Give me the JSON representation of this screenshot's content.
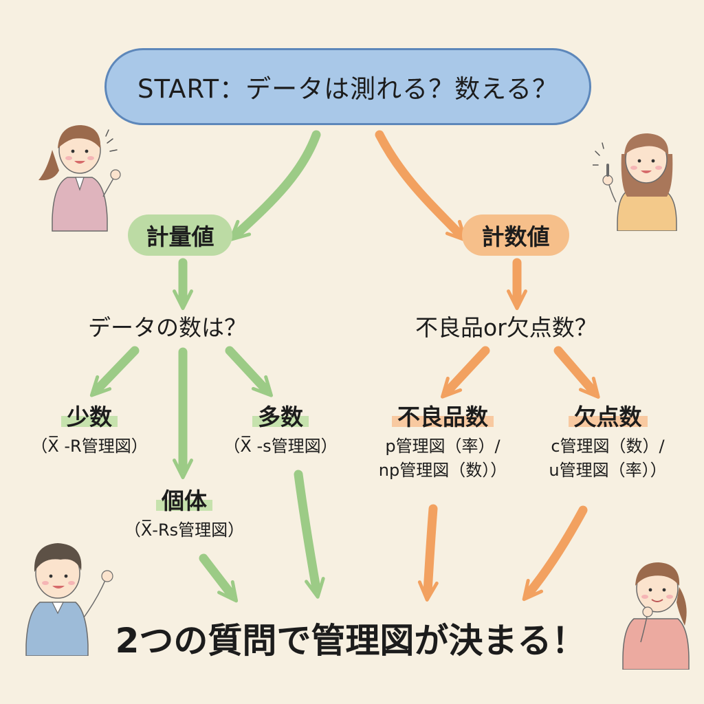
{
  "start": "START：データは測れる？数える？",
  "left": {
    "category": "計量値",
    "question": "データの数は？",
    "leaves": [
      {
        "title": "少数",
        "sub": "（X̅ -R管理図）"
      },
      {
        "title": "多数",
        "sub": "（X̅ -s管理図）"
      },
      {
        "title": "個体",
        "sub": "（X̅-Rs管理図）"
      }
    ]
  },
  "right": {
    "category": "計数値",
    "question": "不良品or欠点数？",
    "leaves": [
      {
        "title": "不良品数",
        "sub_line1": "p管理図（率）/",
        "sub_line2": "np管理図（数））"
      },
      {
        "title": "欠点数",
        "sub_line1": "c管理図（数）/",
        "sub_line2": "u管理図（率））"
      }
    ]
  },
  "conclusion": "2つの質問で管理図が決まる！",
  "colors": {
    "start_fill": "#a9c8e8",
    "start_border": "#5d87ba",
    "green_arrow": "#9ccb86",
    "orange_arrow": "#f2a160",
    "background": "#f7f0e1"
  }
}
